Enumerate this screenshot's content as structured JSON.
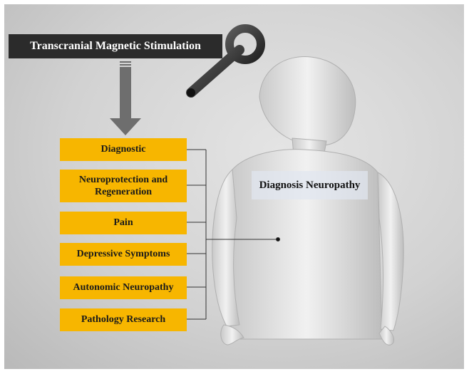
{
  "header": {
    "title": "Transcranial Magnetic Stimulation"
  },
  "applications": [
    {
      "label": "Diagnostic"
    },
    {
      "label": "Neuroprotection and Regeneration"
    },
    {
      "label": "Pain"
    },
    {
      "label": "Depressive Symptoms"
    },
    {
      "label": "Autonomic Neuropathy"
    },
    {
      "label": "Pathology Research"
    }
  ],
  "body_label": "Diagnosis Neuropathy",
  "colors": {
    "title_bg": "#2b2b2b",
    "item_bg": "#f7b600",
    "arrow": "#6e6e6e",
    "figure": "#ececec"
  },
  "icons": {
    "coil": "tms-coil-icon",
    "arrow": "down-arrow-icon",
    "figure": "human-figure-icon"
  }
}
